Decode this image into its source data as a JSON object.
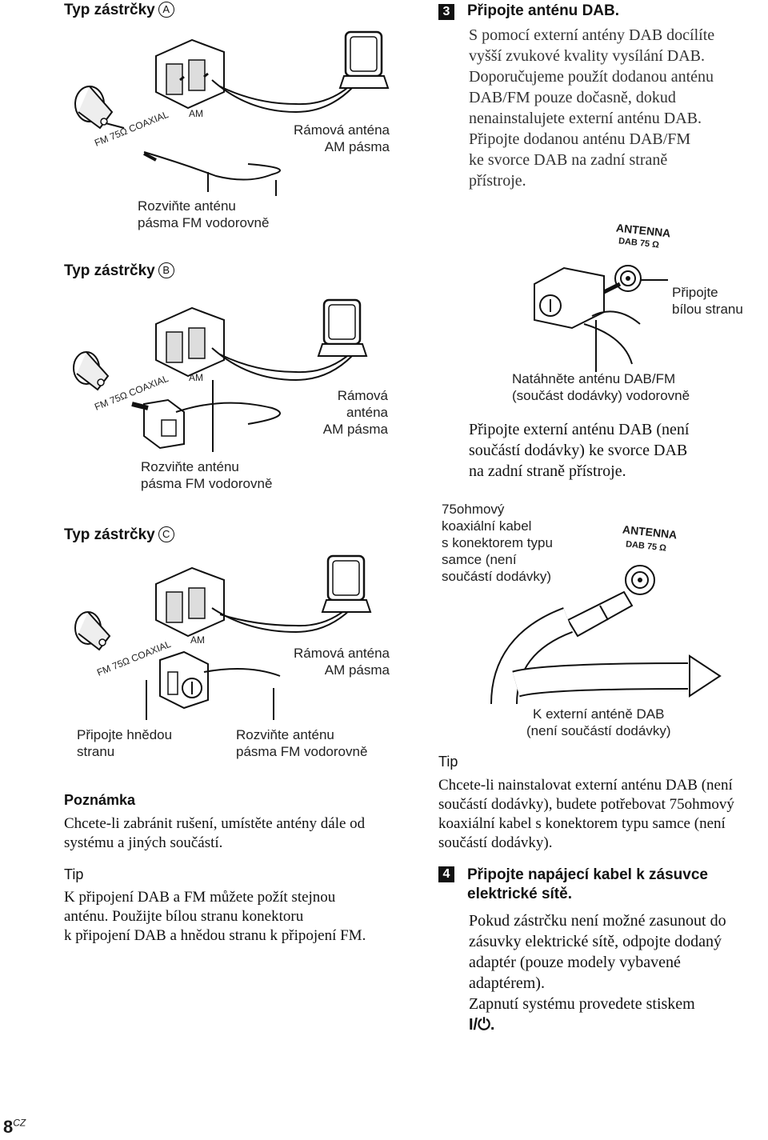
{
  "left": {
    "plugA": {
      "title": "Typ zástrčky",
      "letter": "A",
      "fm_label": "FM 75Ω COAXIAL",
      "am_label": "AM",
      "loop_label": [
        "Rámová anténa",
        "AM pásma"
      ],
      "wire_label": [
        "Rozviňte anténu",
        "pásma FM vodorovně"
      ]
    },
    "plugB": {
      "title": "Typ zástrčky",
      "letter": "B",
      "fm_label": "FM 75Ω COAXIAL",
      "am_label": "AM",
      "loop_label": [
        "Rámová anténa",
        "AM pásma"
      ],
      "wire_label": [
        "Rozviňte anténu",
        "pásma FM vodorovně"
      ]
    },
    "plugC": {
      "title": "Typ zástrčky",
      "letter": "C",
      "fm_label": "FM 75Ω COAXIAL",
      "am_label": "AM",
      "loop_label": [
        "Rámová anténa",
        "AM pásma"
      ],
      "brown_label": [
        "Připojte hnědou",
        "stranu"
      ],
      "wire_label": [
        "Rozviňte anténu",
        "pásma FM vodorovně"
      ]
    },
    "note_title": "Poznámka",
    "note_text": [
      "Chcete-li zabránit rušení, umístěte antény dále od",
      "systému a jiných součástí."
    ],
    "tip_title": "Tip",
    "tip_text": [
      "K připojení DAB a FM můžete požít stejnou",
      "anténu. Použijte bílou stranu konektoru",
      "k připojení DAB a hnědou stranu k připojení FM."
    ]
  },
  "right": {
    "step3_num": "3",
    "step3_title": "Připojte anténu DAB.",
    "step3_text": [
      "S pomocí externí antény DAB docílíte",
      "vyšší zvukové kvality vysílání DAB.",
      "Doporučujeme použít dodanou anténu",
      "DAB/FM pouze dočasně, dokud",
      "nenainstalujete externí anténu DAB.",
      "Připojte dodanou anténu DAB/FM",
      "ke svorce DAB na zadní straně",
      "přístroje."
    ],
    "fig1": {
      "antenna": "ANTENNA",
      "dab": "DAB 75 Ω",
      "white_label": [
        "Připojte",
        "bílou stranu"
      ],
      "stretch_label": [
        "Natáhněte anténu DAB/FM",
        "(součást dodávky) vodorovně"
      ]
    },
    "ext_text": [
      "Připojte externí anténu DAB (není",
      "součástí dodávky) ke svorce DAB",
      "na zadní straně přístroje."
    ],
    "fig2": {
      "cable_label": [
        "75ohmový",
        "koaxiální kabel",
        "s konektorem typu",
        "samce (není",
        "součástí dodávky)"
      ],
      "antenna": "ANTENNA",
      "dab": "DAB 75 Ω",
      "to_label": [
        "K externí anténě DAB",
        "(není součástí dodávky)"
      ]
    },
    "tip_title": "Tip",
    "tip_text": [
      "Chcete-li nainstalovat externí anténu DAB (není",
      "součástí dodávky), budete potřebovat 75ohmový",
      "koaxiální kabel s konektorem typu samce (není",
      "součástí dodávky)."
    ],
    "step4_num": "4",
    "step4_title": [
      "Připojte napájecí kabel k zásuvce",
      "elektrické sítě."
    ],
    "step4_text": [
      "Pokud zástrčku není možné zasunout do",
      "zásuvky elektrické sítě, odpojte dodaný",
      "adaptér (pouze modely vybavené",
      "adaptérem).",
      "Zapnutí systému provedete stiskem"
    ],
    "power_symbol": "I/⏻."
  },
  "footer": {
    "page": "8",
    "lang": "CZ"
  }
}
